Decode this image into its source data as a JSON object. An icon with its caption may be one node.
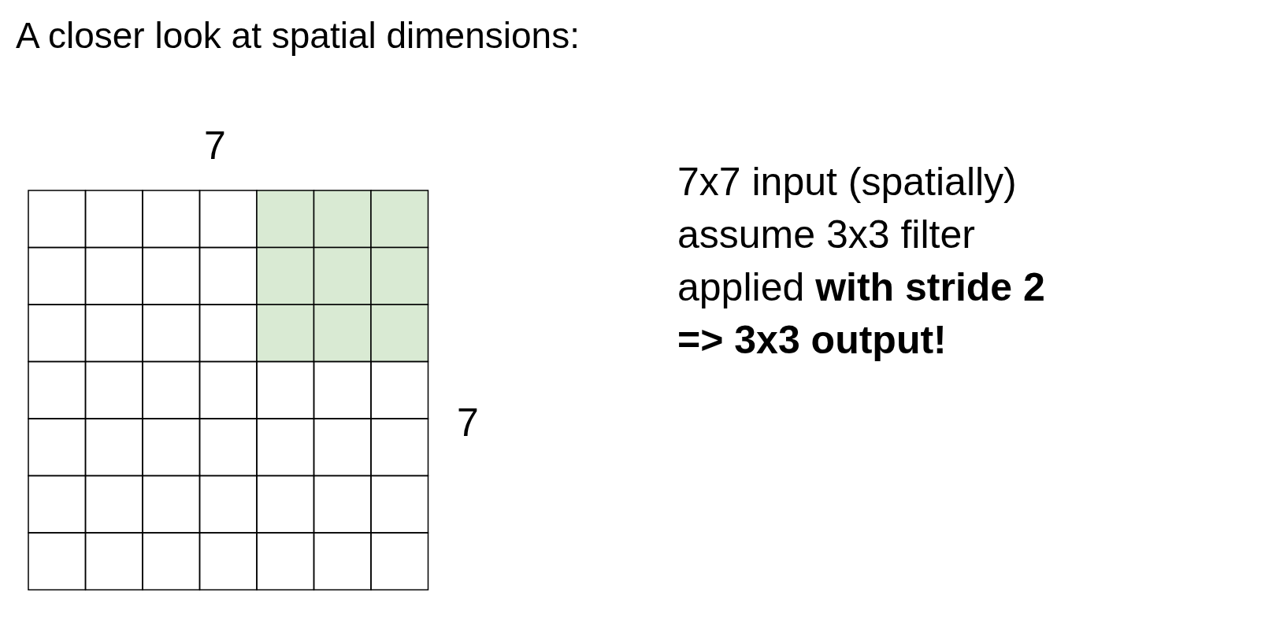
{
  "diagram": {
    "title": "A closer look at spatial dimensions:",
    "labels": [
      "7",
      "7",
      "7x7 input (spatially)",
      "assume 3x3 filter",
      "applied **with stride 2**",
      "=> 3x3 output!"
    ]
  }
}
